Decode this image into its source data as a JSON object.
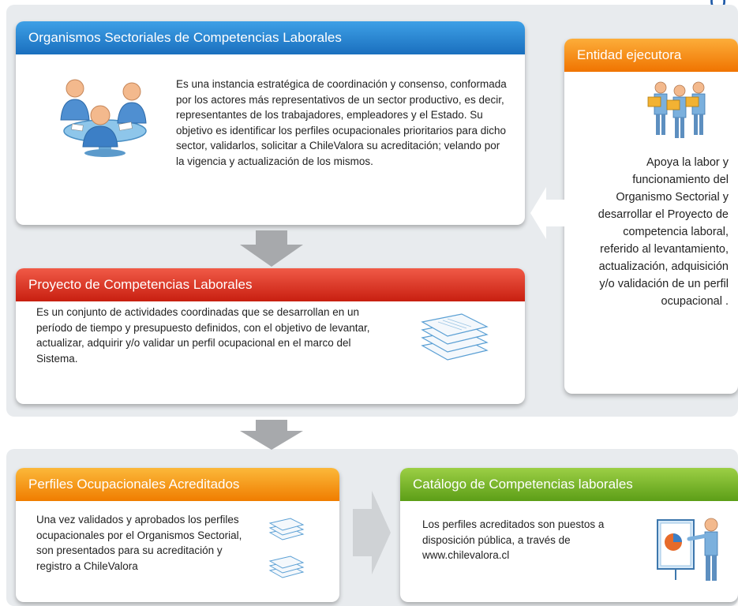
{
  "organismos": {
    "title": "Organismos Sectoriales de Competencias Laborales",
    "text": "Es una instancia estratégica de coordinación  y consenso, conformada por los actores más representativos de un sector productivo,  es decir, representantes de los trabajadores, empleadores y el Estado. Su objetivo es identificar los perfiles ocupacionales prioritarios para dicho sector, validarlos, solicitar a ChileValora su acreditación; velando por la vigencia y actualización de los mismos.",
    "color": "#1a6fbe",
    "icon": "meeting-people-icon"
  },
  "entidad": {
    "title": "Entidad ejecutora",
    "text": "Apoya la labor y funcionamiento del Organismo Sectorial y desarrollar el Proyecto de competencia laboral, referido al levantamiento, actualización, adquisición y/o validación  de un perfil ocupacional .",
    "color": "#f07400",
    "icon": "workers-group-icon"
  },
  "proyecto": {
    "title": "Proyecto de Competencias Laborales",
    "text": "Es un conjunto  de actividades coordinadas que se desarrollan en un período de tiempo y presupuesto definidos, con el objetivo de levantar, actualizar, adquirir y/o validar un perfil ocupacional en el marco del Sistema.",
    "color": "#c81f10",
    "icon": "document-stack-icon"
  },
  "perfiles": {
    "title": "Perfiles Ocupacionales Acreditados",
    "text": "Una vez validados y aprobados  los perfiles ocupacionales por el Organismos Sectorial, son presentados para su acreditación y registro  a ChileValora",
    "color": "#f07d00",
    "icon": "document-stack-icon"
  },
  "catalogo": {
    "title": "Catálogo de Competencias laborales",
    "text": "Los perfiles acreditados son puestos a disposición pública, a través de www.chilevalora.cl",
    "color": "#5c9e17",
    "icon": "presenter-board-icon"
  }
}
